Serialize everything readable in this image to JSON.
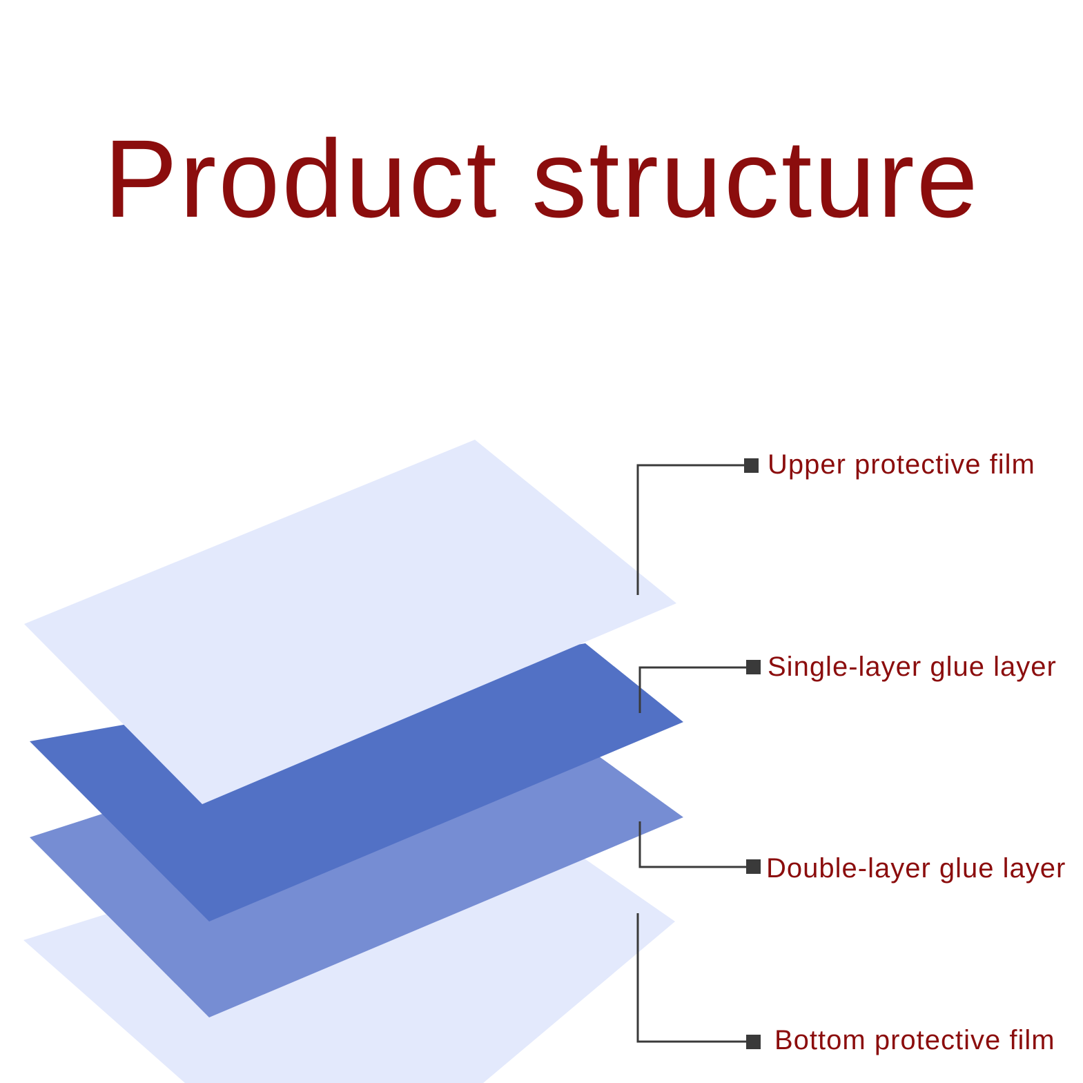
{
  "title": "Product structure",
  "colors": {
    "title": "#8b0d0d",
    "label": "#8b0d0d",
    "leader_line": "#3a3a3a",
    "upper_film": "#e3e9fc",
    "single_glue": "#5271c5",
    "double_glue": "#768dd3",
    "bottom_film": "#e3e9fc"
  },
  "layers": [
    {
      "id": "upper",
      "label": "Upper protective film"
    },
    {
      "id": "single",
      "label": "Single-layer glue layer"
    },
    {
      "id": "double",
      "label": "Double-layer glue layer"
    },
    {
      "id": "bottom",
      "label": "Bottom protective film"
    }
  ]
}
